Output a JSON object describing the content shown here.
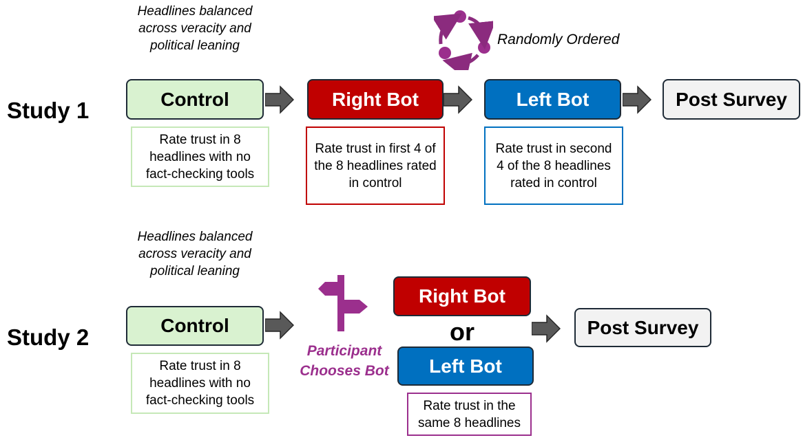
{
  "study1": {
    "label": "Study 1",
    "note": "Headlines balanced across veracity and political leaning",
    "random_label": "Randomly Ordered",
    "stages": {
      "control": "Control",
      "right_bot": "Right Bot",
      "left_bot": "Left Bot",
      "post_survey": "Post Survey"
    },
    "descriptions": {
      "control": "Rate trust in 8 headlines with no fact-checking tools",
      "right_bot": "Rate trust in first 4 of the 8 headlines rated in control",
      "left_bot": "Rate trust in second 4 of the 8 headlines rated in control"
    }
  },
  "study2": {
    "label": "Study 2",
    "note": "Headlines balanced across veracity and political leaning",
    "chooses_label": "Participant Chooses Bot",
    "or_label": "or",
    "stages": {
      "control": "Control",
      "right_bot": "Right Bot",
      "left_bot": "Left Bot",
      "post_survey": "Post Survey"
    },
    "descriptions": {
      "control": "Rate trust in 8 headlines with no fact-checking tools",
      "bot": "Rate trust in the same 8 headlines"
    }
  },
  "colors": {
    "control": "#d9f2d0",
    "right_bot": "#c00000",
    "left_bot": "#0070c0",
    "post_survey": "#f2f2f2",
    "accent_purple": "#9b2f8d",
    "arrow": "#595959"
  }
}
